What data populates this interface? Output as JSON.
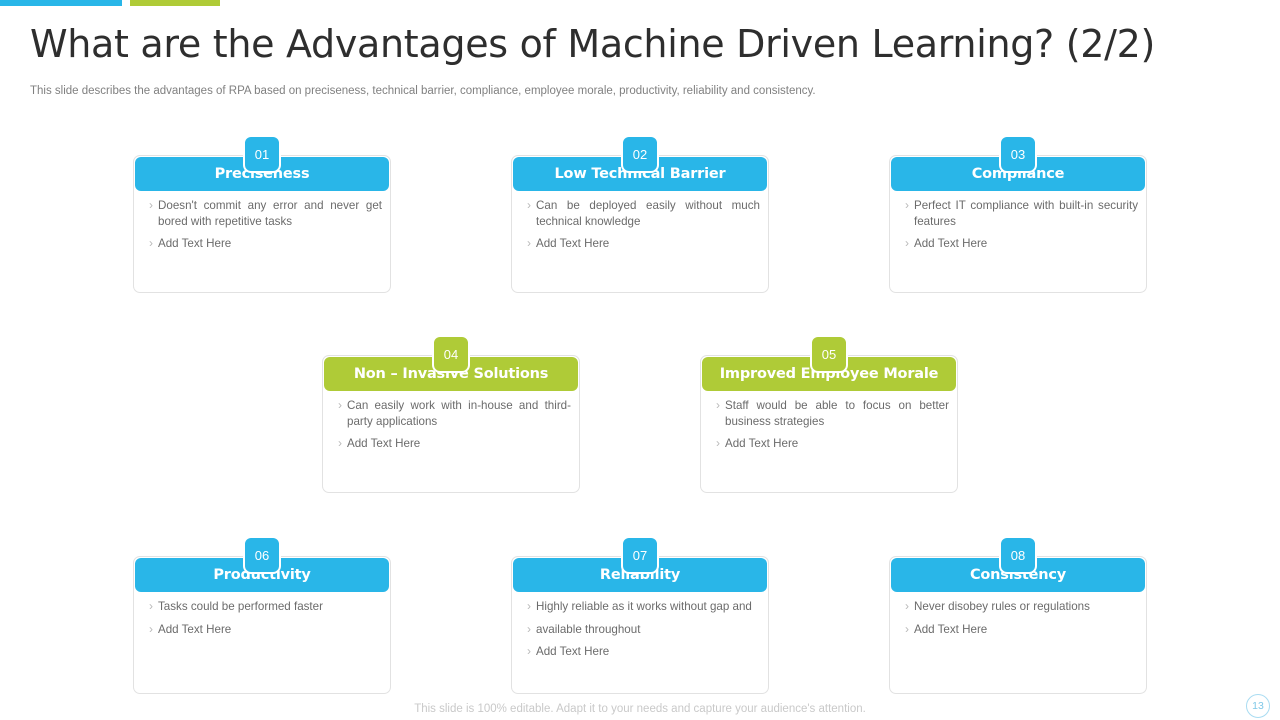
{
  "accents": {
    "blue": "#29b6e8",
    "green": "#afcb37"
  },
  "header": {
    "title": "What are the Advantages of Machine Driven Learning? (2/2)",
    "subtitle": "This slide describes the advantages of RPA based on preciseness, technical barrier, compliance, employee morale, productivity, reliability and consistency."
  },
  "cards": [
    {
      "number": "01",
      "title": "Preciseness",
      "theme": "blue",
      "bullets": [
        "Doesn't commit any error and never get bored with repetitive tasks",
        "Add Text Here"
      ]
    },
    {
      "number": "02",
      "title": "Low Technical Barrier",
      "theme": "blue",
      "bullets": [
        "Can be deployed easily without much technical knowledge",
        "Add Text Here"
      ]
    },
    {
      "number": "03",
      "title": "Compliance",
      "theme": "blue",
      "bullets": [
        "Perfect IT compliance with built-in security features",
        "Add Text Here"
      ]
    },
    {
      "number": "04",
      "title": "Non – Invasive Solutions",
      "theme": "green",
      "bullets": [
        "Can easily work with in-house and third-party applications",
        "Add Text Here"
      ]
    },
    {
      "number": "05",
      "title": "Improved Employee Morale",
      "theme": "green",
      "bullets": [
        "Staff would be able to focus on better business strategies",
        "Add Text Here"
      ]
    },
    {
      "number": "06",
      "title": "Productivity",
      "theme": "blue",
      "bullets": [
        "Tasks could be performed faster",
        "Add Text Here"
      ]
    },
    {
      "number": "07",
      "title": "Reliability",
      "theme": "blue",
      "bullets": [
        "Highly reliable as it works without gap and",
        "available throughout",
        "Add Text Here"
      ]
    },
    {
      "number": "08",
      "title": "Consistency",
      "theme": "blue",
      "bullets": [
        "Never disobey rules or regulations",
        "Add Text Here"
      ]
    }
  ],
  "bullet_icon": "›",
  "footer": {
    "note": "This slide is 100% editable. Adapt it to your needs and capture your audience's attention.",
    "page_number": "13"
  }
}
